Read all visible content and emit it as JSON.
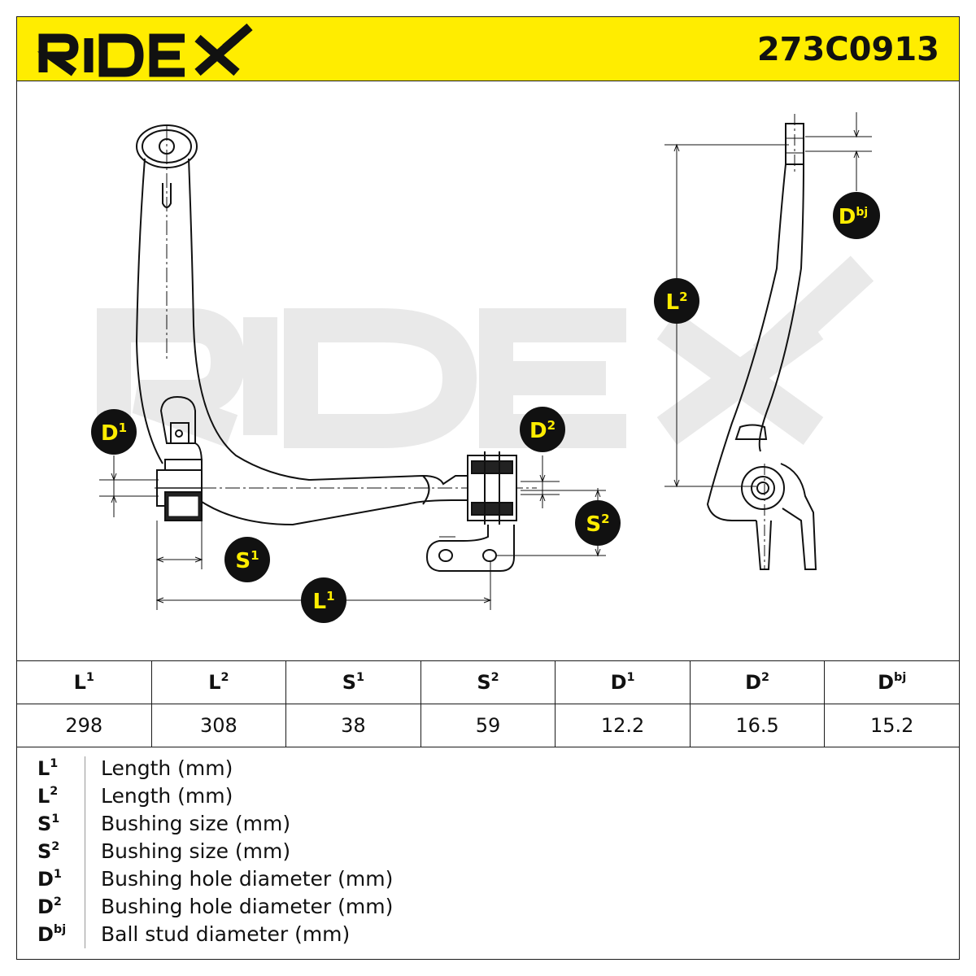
{
  "header": {
    "brand": "RIDEX",
    "part_number": "273C0913",
    "accent_color": "#ffed00"
  },
  "watermark": "RIDEX",
  "callouts": {
    "d1": {
      "base": "D",
      "sup": "1"
    },
    "d2": {
      "base": "D",
      "sup": "2"
    },
    "s1": {
      "base": "S",
      "sup": "1"
    },
    "s2": {
      "base": "S",
      "sup": "2"
    },
    "l1": {
      "base": "L",
      "sup": "1"
    },
    "l2": {
      "base": "L",
      "sup": "2"
    },
    "dbj": {
      "base": "D",
      "sup": "bj"
    }
  },
  "table": {
    "headers": [
      {
        "base": "L",
        "sup": "1"
      },
      {
        "base": "L",
        "sup": "2"
      },
      {
        "base": "S",
        "sup": "1"
      },
      {
        "base": "S",
        "sup": "2"
      },
      {
        "base": "D",
        "sup": "1"
      },
      {
        "base": "D",
        "sup": "2"
      },
      {
        "base": "D",
        "sup": "bj"
      }
    ],
    "values": [
      "298",
      "308",
      "38",
      "59",
      "12.2",
      "16.5",
      "15.2"
    ]
  },
  "legend": [
    {
      "base": "L",
      "sup": "1",
      "desc": "Length (mm)"
    },
    {
      "base": "L",
      "sup": "2",
      "desc": "Length (mm)"
    },
    {
      "base": "S",
      "sup": "1",
      "desc": "Bushing size (mm)"
    },
    {
      "base": "S",
      "sup": "2",
      "desc": "Bushing size (mm)"
    },
    {
      "base": "D",
      "sup": "1",
      "desc": "Bushing hole diameter (mm)"
    },
    {
      "base": "D",
      "sup": "2",
      "desc": "Bushing hole diameter (mm)"
    },
    {
      "base": "D",
      "sup": "bj",
      "desc": "Ball stud diameter (mm)"
    }
  ]
}
